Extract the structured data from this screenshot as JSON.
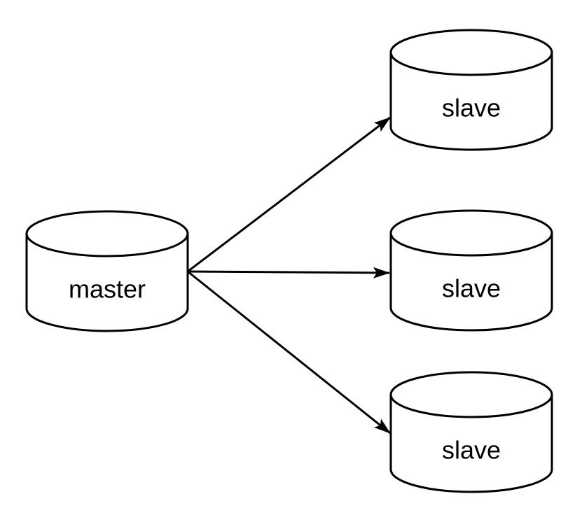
{
  "diagram": {
    "type": "database-replication",
    "background_color": "#ffffff",
    "node_fill_color": "#ffffff",
    "node_stroke_color": "#000000",
    "edge_color": "#000000",
    "nodes": [
      {
        "id": "master",
        "label": "master",
        "shape": "cylinder"
      },
      {
        "id": "slave-1",
        "label": "slave",
        "shape": "cylinder"
      },
      {
        "id": "slave-2",
        "label": "slave",
        "shape": "cylinder"
      },
      {
        "id": "slave-3",
        "label": "slave",
        "shape": "cylinder"
      }
    ],
    "edges": [
      {
        "from": "master",
        "to": "slave-1",
        "style": "solid-arrow"
      },
      {
        "from": "master",
        "to": "slave-2",
        "style": "solid-arrow"
      },
      {
        "from": "master",
        "to": "slave-3",
        "style": "solid-arrow"
      }
    ]
  }
}
